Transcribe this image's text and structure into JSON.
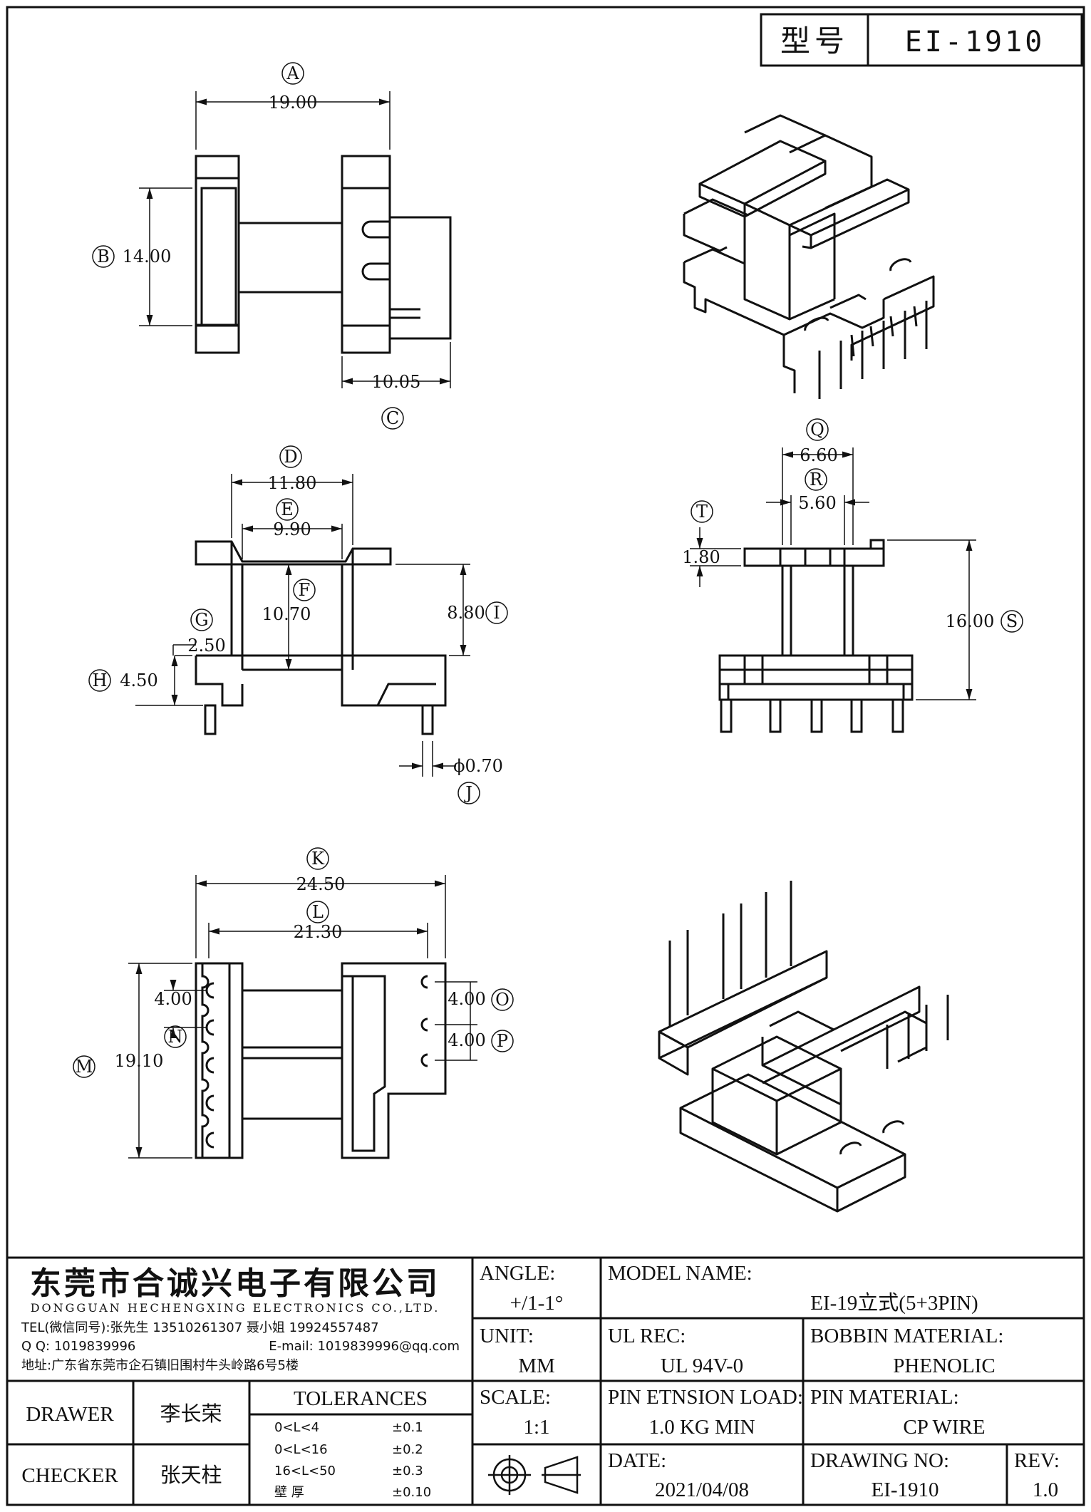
{
  "header": {
    "model_label": "型号",
    "model_value": "EI-1910"
  },
  "top_view": {
    "circle_a": "A",
    "dim_a": "19.00",
    "circle_b": "B",
    "dim_b": "14.00",
    "circle_c": "C",
    "dim_c": "10.05"
  },
  "front_view": {
    "circle_d": "D",
    "dim_d": "11.80",
    "circle_e": "E",
    "dim_e": "9.90",
    "circle_f": "F",
    "dim_f": "10.70",
    "circle_g": "G",
    "dim_g": "2.50",
    "circle_h": "H",
    "dim_h": "4.50",
    "circle_i": "I",
    "dim_i": "8.80",
    "circle_j": "J",
    "dim_j": "ϕ0.70"
  },
  "side_view": {
    "circle_q": "Q",
    "dim_q": "6.60",
    "circle_r": "R",
    "dim_r": "5.60",
    "circle_t": "T",
    "dim_t": "1.80",
    "circle_s": "S",
    "dim_s": "16.00"
  },
  "bottom_view": {
    "circle_k": "K",
    "dim_k": "24.50",
    "circle_l": "L",
    "dim_l": "21.30",
    "circle_m": "M",
    "dim_m": "19.10",
    "circle_n": "N",
    "dim_n": "4.00",
    "circle_o": "O",
    "dim_o": "4.00",
    "circle_p": "P",
    "dim_p": "4.00"
  },
  "title_block": {
    "company_cn": "东莞市合诚兴电子有限公司",
    "company_en": "DONGGUAN HECHENGXING ELECTRONICS CO.,LTD.",
    "tel": "TEL(微信同号):张先生 13510261307 聂小姐 19924557487",
    "qq": "Q Q: 1019839996",
    "email": "E-mail: 1019839996@qq.com",
    "address": "地址:广东省东莞市企石镇旧围村牛头岭路6号5楼",
    "angle_label": "ANGLE:",
    "angle_value": "+/1-1°",
    "model_name_label": "MODEL NAME:",
    "model_name_value": "EI-19立式(5+3PIN)",
    "unit_label": "UNIT:",
    "unit_value": "MM",
    "ul_rec_label": "UL REC:",
    "ul_rec_value": "UL 94V-0",
    "bobbin_label": "BOBBIN MATERIAL:",
    "bobbin_value": "PHENOLIC",
    "drawer_label": "DRAWER",
    "drawer_value": "李长荣",
    "checker_label": "CHECKER",
    "checker_value": "张天柱",
    "tolerances_label": "TOLERANCES",
    "tolerances": [
      {
        "range": "0<L<4",
        "value": "±0.1"
      },
      {
        "range": "0<L<16",
        "value": "±0.2"
      },
      {
        "range": "16<L<50",
        "value": "±0.3"
      },
      {
        "range": "壁  厚",
        "value": "±0.10"
      }
    ],
    "scale_label": "SCALE:",
    "scale_value": "1:1",
    "pin_load_label": "PIN ETNSION LOAD:",
    "pin_load_value": "1.0 KG MIN",
    "pin_material_label": "PIN MATERIAL:",
    "pin_material_value": "CP WIRE",
    "date_label": "DATE:",
    "date_value": "2021/04/08",
    "drawing_no_label": "DRAWING NO:",
    "drawing_no_value": "EI-1910",
    "rev_label": "REV:",
    "rev_value": "1.0"
  }
}
